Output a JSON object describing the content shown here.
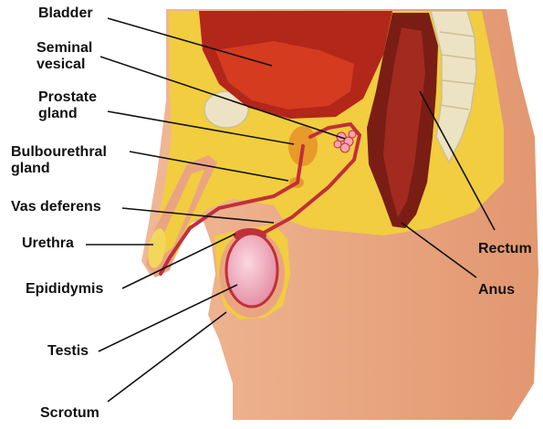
{
  "labels": {
    "bladder": "Bladder",
    "seminal_vesical": [
      "Seminal",
      "vesical"
    ],
    "prostate_gland": [
      "Prostate",
      "gland"
    ],
    "bulbourethral_gland": [
      "Bulbourethral",
      "gland"
    ],
    "vas_deferens": "Vas deferens",
    "urethra": "Urethra",
    "epididymis": "Epididymis",
    "testis": "Testis",
    "scrotum": "Scrotum",
    "rectum": "Rectum",
    "anus": "Anus"
  },
  "colors": {
    "skin": "#e9a582",
    "fat_yellow": "#f1cd3f",
    "organ_red": "#b3261a",
    "bladder_inner": "#d43b1f",
    "rectum_dark": "#6e1a12",
    "testis_pink": "#f4b5c4",
    "vessel": "#c0303a",
    "bone": "#ece3c4",
    "leader_line": "#111111"
  }
}
